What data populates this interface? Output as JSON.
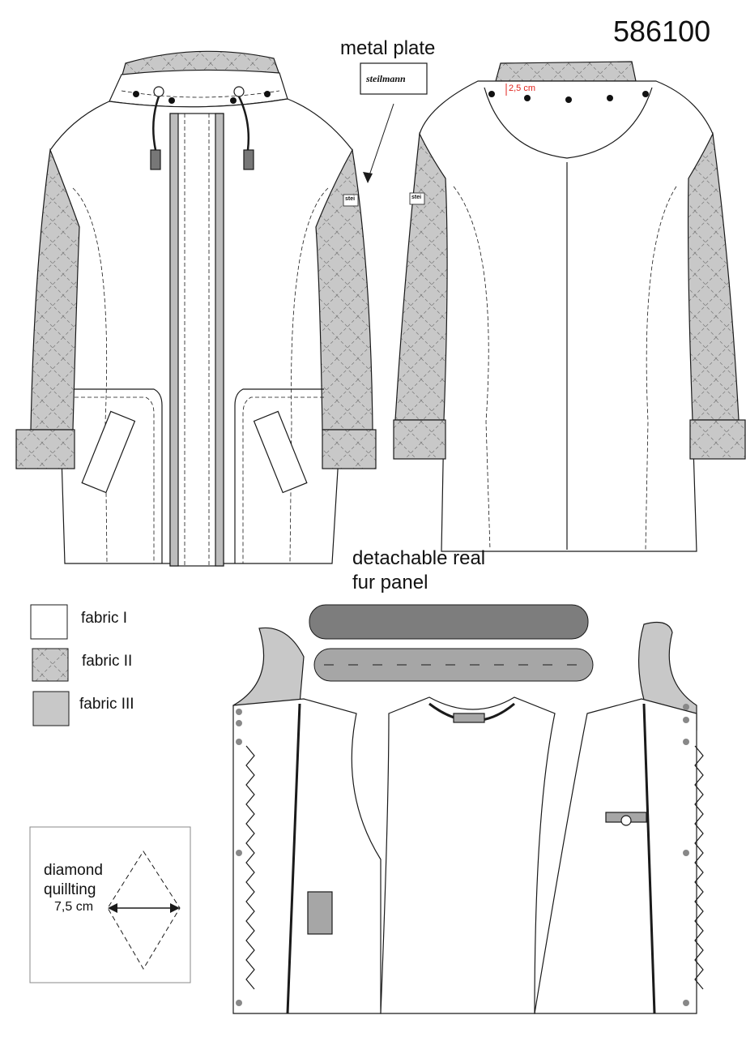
{
  "style_number": "586100",
  "callouts": {
    "metal_plate": "metal plate",
    "plate_text": "steilmann",
    "sleeve_tag_text": "stei",
    "hood_spacing": "2,5 cm",
    "fur_panel_line1": "detachable real",
    "fur_panel_line2": "fur panel"
  },
  "legend": [
    {
      "label": "fabric I",
      "swatch": "plain",
      "color": "#ffffff"
    },
    {
      "label": "fabric II",
      "swatch": "quilted",
      "color": "#c8c8c8"
    },
    {
      "label": "fabric III",
      "swatch": "solid",
      "color": "#c8c8c8"
    }
  ],
  "quilting": {
    "line1": "diamond",
    "line2": "quillting",
    "measure": "7,5 cm"
  },
  "colors": {
    "line": "#1a1a1a",
    "fabric_light": "#c8c8c8",
    "fabric_mid": "#a6a6a6",
    "fabric_dark": "#7d7d7d",
    "accent_red": "#e0231c"
  }
}
